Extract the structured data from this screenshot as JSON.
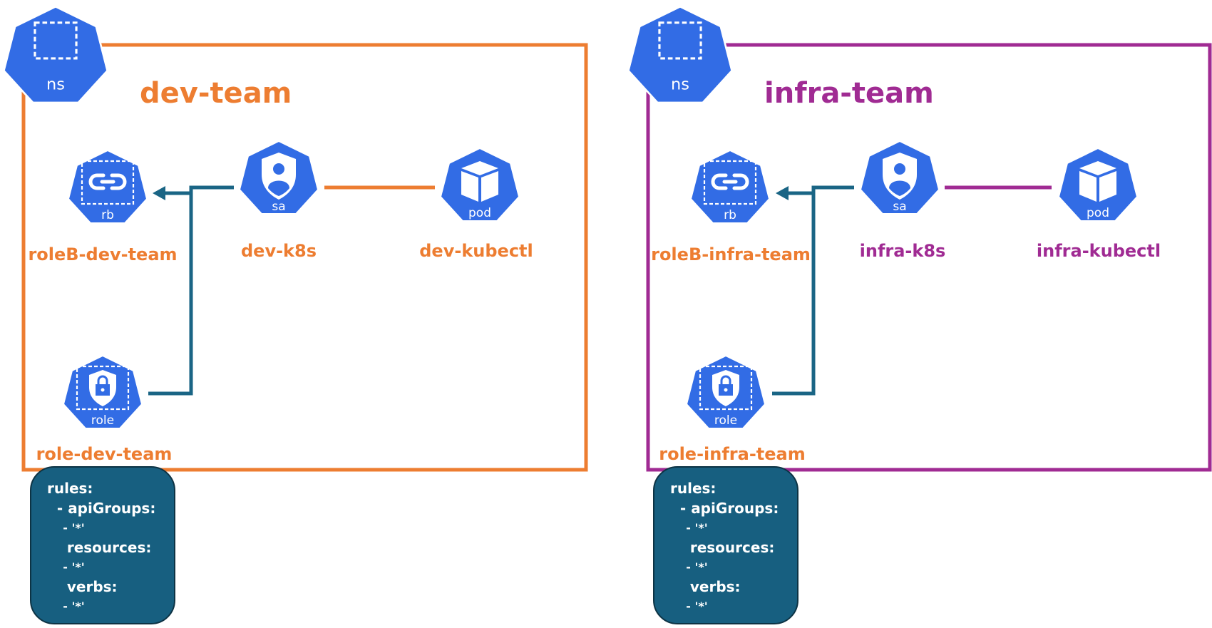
{
  "colors": {
    "dev_team": "#ED7D31",
    "infra_team": "#A02B93",
    "k8s_icon": "#326CE5",
    "connector": "#1A6585",
    "rules_box": "#175F80"
  },
  "panels": [
    {
      "id": "dev",
      "title": "dev-team",
      "namespace_icon": {
        "icon": "namespace-icon",
        "caption": "ns"
      },
      "rolebinding": {
        "icon": "rolebinding-icon",
        "caption": "rb",
        "name": "roleB-dev-team"
      },
      "serviceaccount": {
        "icon": "serviceaccount-icon",
        "caption": "sa",
        "name": "dev-k8s"
      },
      "pod": {
        "icon": "pod-icon",
        "caption": "pod",
        "name": "dev-kubectl"
      },
      "role": {
        "icon": "role-icon",
        "caption": "role",
        "name": "role-dev-team"
      },
      "rules": [
        "rules:",
        "  - apiGroups:",
        "    - '*'",
        "    resources:",
        "    - '*'",
        "    verbs:",
        "    - '*'"
      ]
    },
    {
      "id": "infra",
      "title": "infra-team",
      "namespace_icon": {
        "icon": "namespace-icon",
        "caption": "ns"
      },
      "rolebinding": {
        "icon": "rolebinding-icon",
        "caption": "rb",
        "name": "roleB-infra-team"
      },
      "serviceaccount": {
        "icon": "serviceaccount-icon",
        "caption": "sa",
        "name": "infra-k8s"
      },
      "pod": {
        "icon": "pod-icon",
        "caption": "pod",
        "name": "infra-kubectl"
      },
      "role": {
        "icon": "role-icon",
        "caption": "role",
        "name": "role-infra-team"
      },
      "rules": [
        "rules:",
        "  - apiGroups:",
        "    - '*'",
        "    resources:",
        "    - '*'",
        "    verbs:",
        "    - '*'"
      ]
    }
  ]
}
